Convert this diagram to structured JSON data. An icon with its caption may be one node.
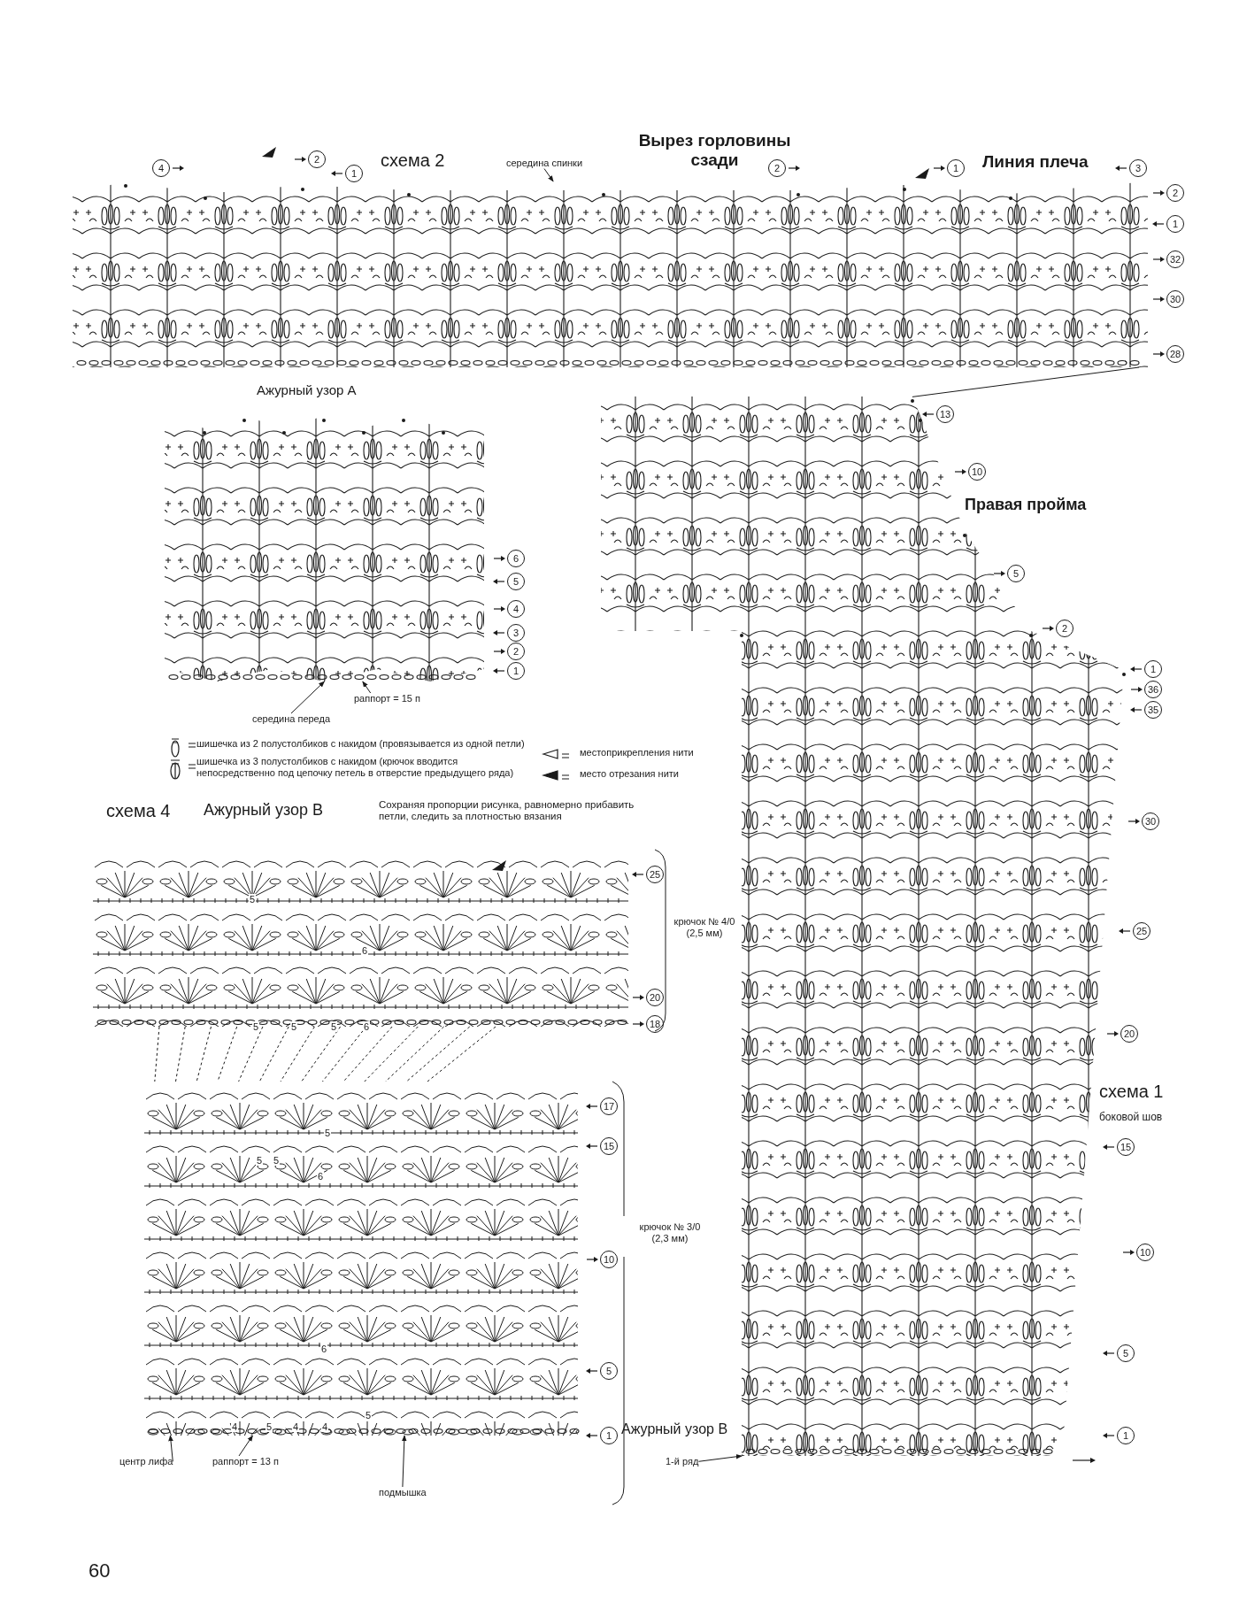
{
  "diagram": {
    "nodes": [
      {
        "text": [],
        "shape": "picture"
      },
      {
        "text": [
          "середина спинки"
        ]
      },
      {
        "text": [],
        "shape": "picture"
      },
      {
        "text": [
          "раппорт = 15 п"
        ]
      },
      {
        "text": [
          "середина переда"
        ]
      },
      {
        "text": [],
        "shape": "picture"
      },
      {
        "text": [],
        "shape": "picture"
      },
      {
        "text": [
          "центр лифа"
        ]
      },
      {
        "text": [
          "раппорт = 13 п"
        ]
      },
      {
        "text": [
          "подмышка"
        ]
      },
      {
        "text": [],
        "shape": "picture"
      },
      {
        "text": [
          "1-й ряд"
        ]
      }
    ],
    "edges": [
      {
        "from": 1,
        "to": 0,
        "arrow": "to"
      },
      {
        "from": 3,
        "to": 2,
        "arrow": "to"
      },
      {
        "from": 4,
        "to": 2,
        "arrow": "to"
      },
      {
        "from": 5,
        "to": 6,
        "arrow": "none",
        "style": "dashed"
      },
      {
        "from": 5,
        "to": 6,
        "arrow": "none",
        "style": "dashed"
      },
      {
        "from": 5,
        "to": 6,
        "arrow": "none",
        "style": "dashed"
      },
      {
        "from": 5,
        "to": 6,
        "arrow": "none",
        "style": "dashed"
      },
      {
        "from": 5,
        "to": 6,
        "arrow": "none",
        "style": "dashed"
      },
      {
        "from": 5,
        "to": 6,
        "arrow": "none",
        "style": "dashed"
      },
      {
        "from": 5,
        "to": 6,
        "arrow": "none",
        "style": "dashed"
      },
      {
        "from": 5,
        "to": 6,
        "arrow": "none",
        "style": "dashed"
      },
      {
        "from": 5,
        "to": 6,
        "arrow": "none",
        "style": "dashed"
      },
      {
        "from": 5,
        "to": 6,
        "arrow": "none",
        "style": "dashed"
      },
      {
        "from": 5,
        "to": 6,
        "arrow": "none",
        "style": "dashed"
      },
      {
        "from": 5,
        "to": 6,
        "arrow": "none",
        "style": "dashed"
      },
      {
        "from": 5,
        "to": 6,
        "arrow": "none",
        "style": "dashed"
      },
      {
        "from": 5,
        "to": 6,
        "arrow": "none",
        "style": "dashed"
      },
      {
        "from": 7,
        "to": 6,
        "arrow": "to"
      },
      {
        "from": 8,
        "to": 6,
        "arrow": "to"
      },
      {
        "from": 9,
        "to": 6,
        "arrow": "to"
      },
      {
        "from": 11,
        "to": 10,
        "arrow": "to"
      },
      {
        "from": 10,
        "to": 0,
        "arrow": "none"
      }
    ],
    "labels": [
      "схема 2",
      "Вырез горловины сзади",
      "Линия плеча",
      "4",
      "2",
      "1",
      "2",
      "1",
      "3",
      "2",
      "1",
      "32",
      "30",
      "28",
      "Ажурный узор А",
      "13",
      "10",
      "Правая пройма",
      "6",
      "5",
      "4",
      "3",
      "2",
      "1",
      "5",
      "2",
      "1",
      "36",
      "35",
      "схема 4",
      "Ажурный узор В",
      "Сохраняя пропорции рисунка, равномерно прибавить петли, следить за плотностью вязания",
      "25",
      "крючок № 4/0 (2,5 мм)",
      "30",
      "20",
      "18",
      "25",
      "17",
      "20",
      "15",
      "схема 1",
      "боковой шов",
      "15",
      "крючок № 3/0 (2,3 мм)",
      "10",
      "10",
      "5",
      "5",
      "1",
      "Ажурный узор В",
      "1",
      "60",
      "5",
      "6",
      "5",
      "5",
      "5",
      "6",
      "5",
      "5",
      "5",
      "6",
      "6",
      "5",
      "4",
      "5",
      "4",
      "4"
    ],
    "legend": [
      {
        "text": "шишечка из 2 полустолбиков с накидом (провязывается из одной петли)"
      },
      {
        "text": "шишечка из 3 полустолбиков с накидом (крючок вводится непосредственно под цепочку петель в отверстие предыдущего ряда)"
      },
      {
        "text": "местоприкрепления нити"
      },
      {
        "text": "место отрезания нити"
      }
    ]
  }
}
